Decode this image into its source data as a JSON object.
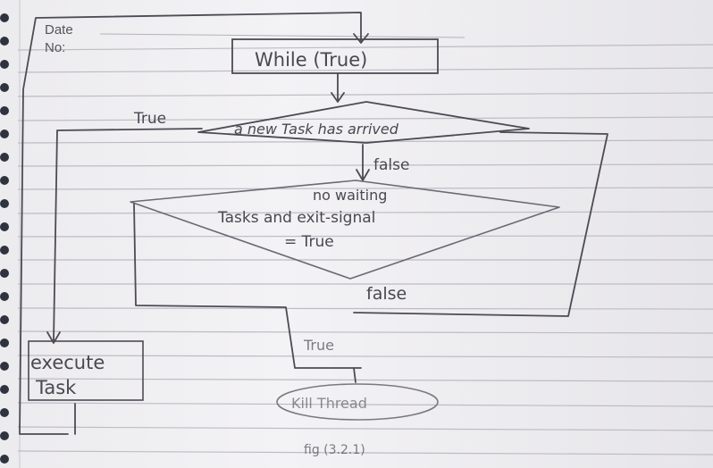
{
  "header": {
    "date_label": "Date",
    "no_label": "No:"
  },
  "flowchart": {
    "loop_box": "While (True)",
    "decision_new_task": "a new Task has arrived",
    "label_true_1": "True",
    "label_false_1": "false",
    "decision_exit": {
      "line1": "no waiting",
      "line2": "Tasks and exit-signal",
      "line3": "= True"
    },
    "label_false_2": "false",
    "label_true_2": "True",
    "execute_task": {
      "line1": "execute",
      "line2": "Task"
    },
    "kill_thread": "Kill Thread"
  },
  "caption": "fig (3.2.1)",
  "colors": {
    "ink": "#4a4850",
    "ruling": "#b9b8bf",
    "paper": "#eceaef"
  }
}
